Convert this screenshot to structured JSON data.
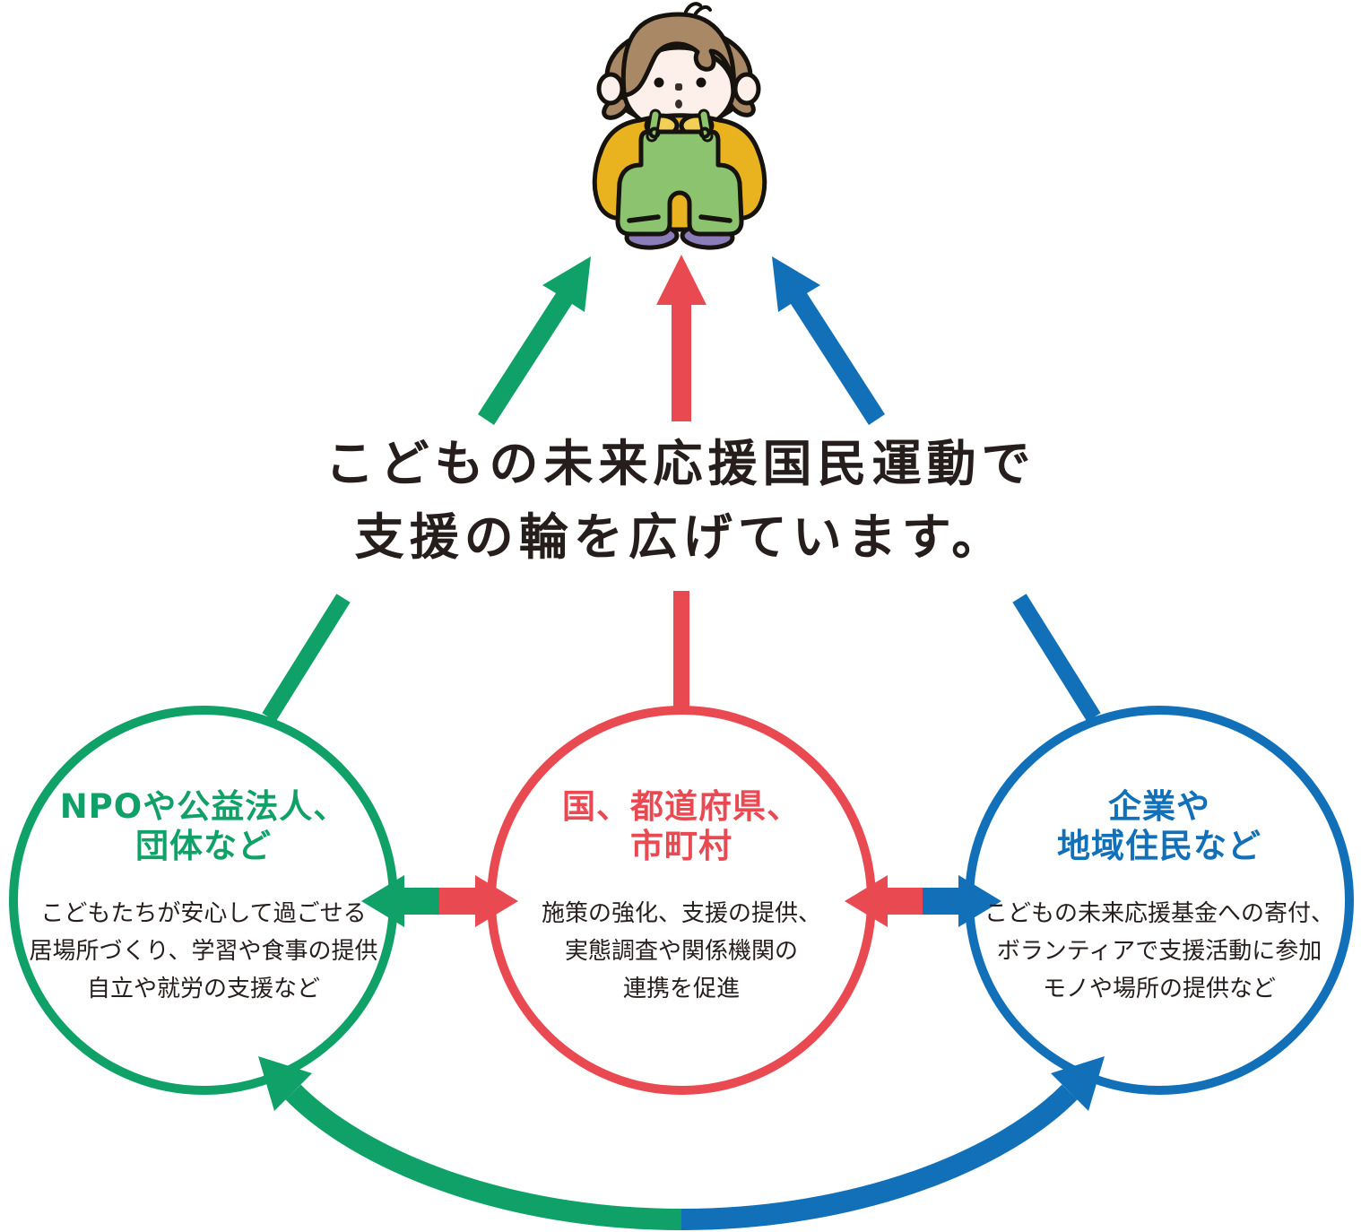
{
  "title": {
    "line1": "こどもの未来応援国民運動で",
    "line2": "支援の輪を広げています。"
  },
  "colors": {
    "green": "#0fa167",
    "red": "#e94a52",
    "blue": "#1170b8",
    "text_dark": "#251e1c"
  },
  "icons": {
    "child_illustration": "child-with-yellow-shirt-green-overalls"
  },
  "circles": [
    {
      "name": "npo",
      "accent": "#0fa167",
      "title_lines": [
        "NPOや公益法人、",
        "団体など"
      ],
      "body_lines": [
        "こどもたちが安心して過ごせる",
        "居場所づくり、学習や食事の提供",
        "自立や就労の支援など"
      ]
    },
    {
      "name": "government",
      "accent": "#e94a52",
      "title_lines": [
        "国、都道府県、",
        "市町村"
      ],
      "body_lines": [
        "施策の強化、支援の提供、",
        "実態調査や関係機関の",
        "連携を促進"
      ]
    },
    {
      "name": "companies-residents",
      "accent": "#1170b8",
      "title_lines": [
        "企業や",
        "地域住民など"
      ],
      "body_lines": [
        "こどもの未来応援基金への寄付、",
        "ボランティアで支援活動に参加",
        "モノや場所の提供など"
      ]
    }
  ]
}
